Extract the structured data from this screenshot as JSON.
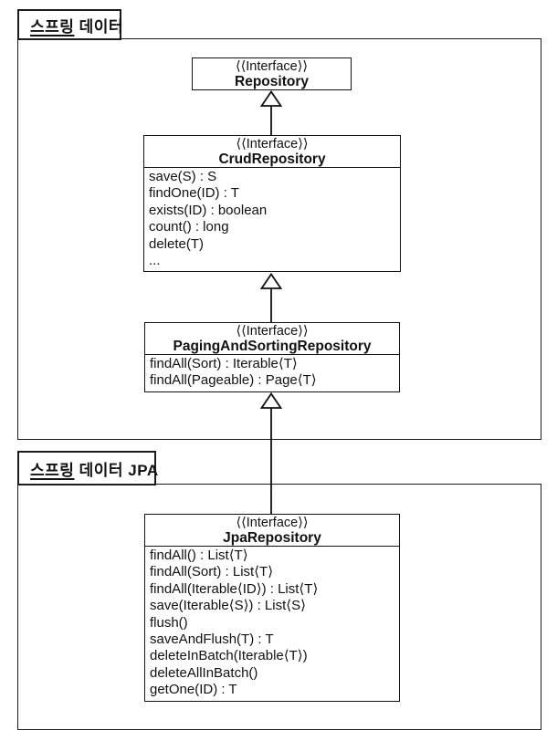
{
  "frames": [
    {
      "word": "스프링",
      "rest": " 데이터"
    },
    {
      "word": "스프링",
      "rest": " 데이터 JPA"
    }
  ],
  "classes": {
    "repository": {
      "stereotype": "⟨⟨Interface⟩⟩",
      "name": "Repository",
      "methods": []
    },
    "crud": {
      "stereotype": "⟨⟨Interface⟩⟩",
      "name": "CrudRepository",
      "methods": [
        "save(S) : S",
        "findOne(ID) : T",
        "exists(ID) : boolean",
        "count() : long",
        "delete(T)",
        "..."
      ]
    },
    "paging": {
      "stereotype": "⟨⟨Interface⟩⟩",
      "name": "PagingAndSortingRepository",
      "methods": [
        "findAll(Sort) : Iterable⟨T⟩",
        "findAll(Pageable) : Page⟨T⟩"
      ]
    },
    "jpa": {
      "stereotype": "⟨⟨Interface⟩⟩",
      "name": "JpaRepository",
      "methods": [
        "findAll() : List⟨T⟩",
        "findAll(Sort) : List⟨T⟩",
        "findAll(Iterable⟨ID⟩) : List⟨T⟩",
        "save(Iterable⟨S⟩) : List⟨S⟩",
        "flush()",
        "saveAndFlush(T) : T",
        "deleteInBatch(Iterable⟨T⟩)",
        "deleteAllInBatch()",
        "getOne(ID) : T"
      ]
    }
  },
  "relations": [
    {
      "from": "CrudRepository",
      "to": "Repository",
      "type": "generalization"
    },
    {
      "from": "PagingAndSortingRepository",
      "to": "CrudRepository",
      "type": "generalization"
    },
    {
      "from": "JpaRepository",
      "to": "PagingAndSortingRepository",
      "type": "generalization"
    }
  ],
  "colors": {
    "line": "#111111",
    "background": "#ffffff"
  }
}
